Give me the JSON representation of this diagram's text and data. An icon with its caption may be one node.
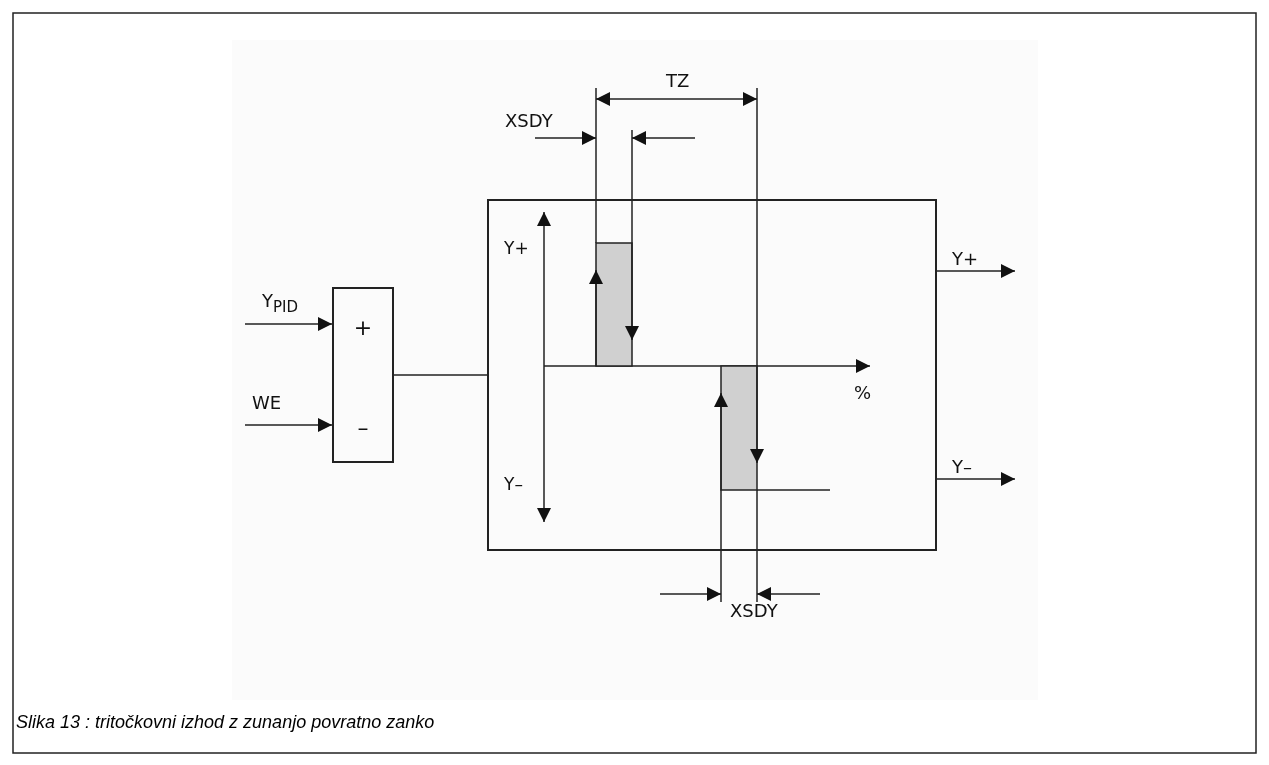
{
  "diagram": {
    "caption": "Slika 13 : tritočkovni izhod z zunanjo povratno zanko",
    "nodes": [
      {
        "text": [
          "+",
          "–"
        ]
      },
      {
        "text": [],
        "shape": "box"
      }
    ],
    "edges": [
      {
        "from": null,
        "to": 0,
        "arrow": "to",
        "label": "Y$_{PID}$"
      },
      {
        "from": null,
        "to": 0,
        "arrow": "to",
        "label": "WE"
      },
      {
        "from": 0,
        "to": 1,
        "arrow": "none"
      },
      {
        "from": 1,
        "to": null,
        "arrow": "to",
        "label": "Y+"
      },
      {
        "from": 1,
        "to": null,
        "arrow": "to",
        "label": "Y–"
      }
    ],
    "labels": [
      "TZ",
      "XSDY",
      "Y+",
      "Y–",
      "%",
      "XSDY"
    ]
  }
}
